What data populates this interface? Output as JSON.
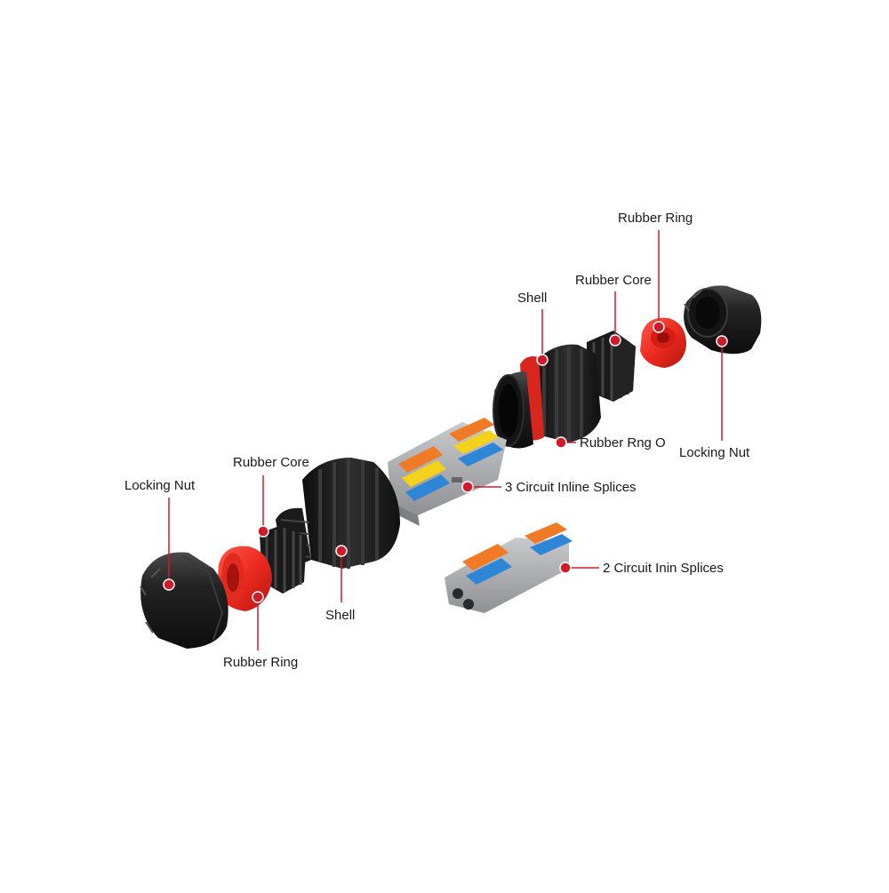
{
  "labels": {
    "rubber_ring_right": "Rubber Ring",
    "rubber_core_right": "Rubber Core",
    "shell_right": "Shell",
    "rubber_rng_o": "Rubber Rng O",
    "locking_nut_right": "Locking Nut",
    "three_circuit": "3 Circuit Inline Splices",
    "two_circuit": "2 Circuit Inin Splices",
    "locking_nut_left": "Locking Nut",
    "rubber_core_left": "Rubber Core",
    "shell_left": "Shell",
    "rubber_ring_left": "Rubber Ring"
  },
  "colors": {
    "marker": "#d11a2a",
    "leader": "#d11a2a",
    "housing": "#1c1c1c",
    "seal": "#ee2a24",
    "splice_body": "#a9aaad",
    "lever_orange": "#f07a25",
    "lever_yellow": "#f2d21a",
    "lever_blue": "#2f86d6"
  }
}
